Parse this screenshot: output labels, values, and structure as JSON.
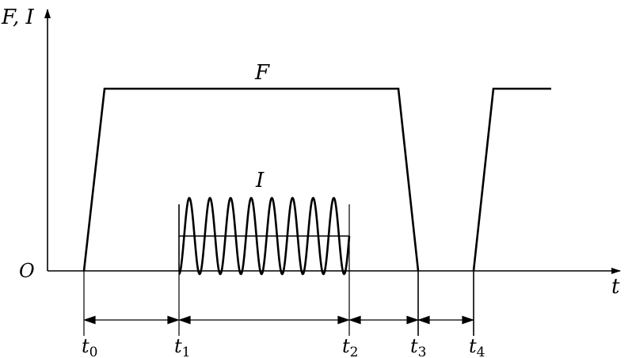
{
  "axes": {
    "y_label": "F, I",
    "x_label": "t",
    "origin_label": "O"
  },
  "curves": {
    "force_label": "F",
    "current_label": "I"
  },
  "time_marks": [
    {
      "base": "t",
      "sub": "0"
    },
    {
      "base": "t",
      "sub": "1"
    },
    {
      "base": "t",
      "sub": "2"
    },
    {
      "base": "t",
      "sub": "3"
    },
    {
      "base": "t",
      "sub": "4"
    }
  ],
  "colors": {
    "line": "#000000",
    "background": "#ffffff"
  }
}
